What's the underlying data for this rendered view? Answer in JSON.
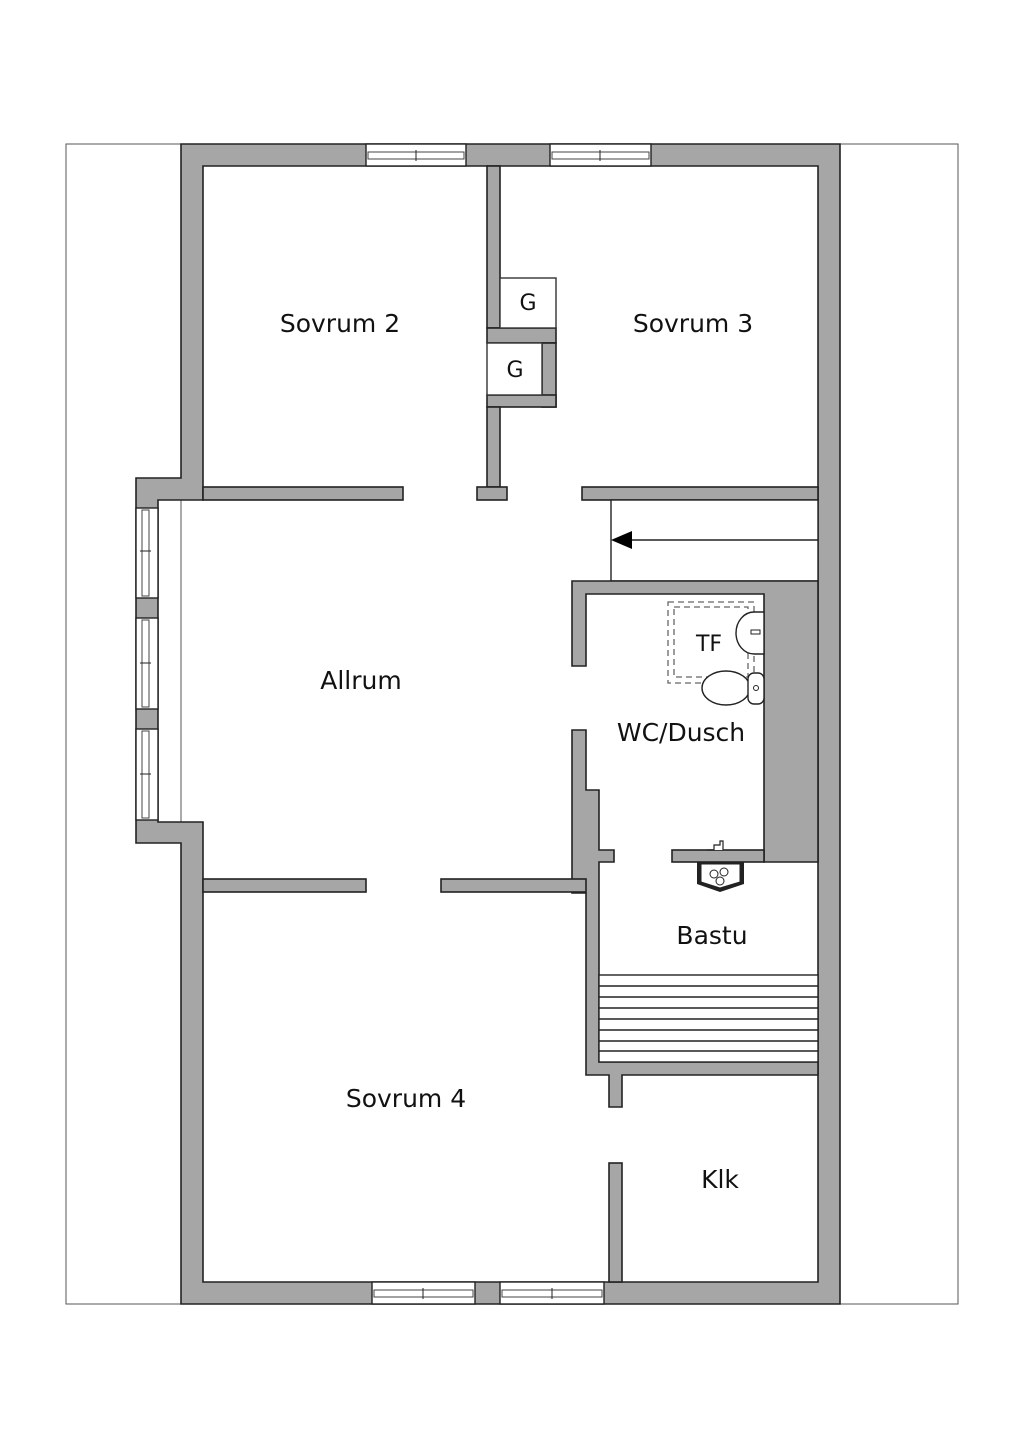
{
  "plan": {
    "type": "floor-plan",
    "wall_color": "#a6a6a6",
    "outline_color": "#222222",
    "background": "#ffffff"
  },
  "rooms": [
    {
      "id": "sovrum-2",
      "label": "Sovrum 2"
    },
    {
      "id": "sovrum-3",
      "label": "Sovrum 3"
    },
    {
      "id": "allrum",
      "label": "Allrum"
    },
    {
      "id": "wc-dusch",
      "label": "WC/Dusch"
    },
    {
      "id": "bastu",
      "label": "Bastu"
    },
    {
      "id": "sovrum-4",
      "label": "Sovrum 4"
    },
    {
      "id": "klk",
      "label": "Klk"
    }
  ],
  "closets": [
    {
      "id": "closet-1",
      "label": "G"
    },
    {
      "id": "closet-2",
      "label": "G"
    }
  ],
  "fixtures": {
    "washer_dryer": {
      "label": "TF"
    },
    "icons": [
      "shower-area",
      "sink",
      "toilet",
      "sauna-heater",
      "sauna-benches",
      "stair-arrow"
    ]
  }
}
